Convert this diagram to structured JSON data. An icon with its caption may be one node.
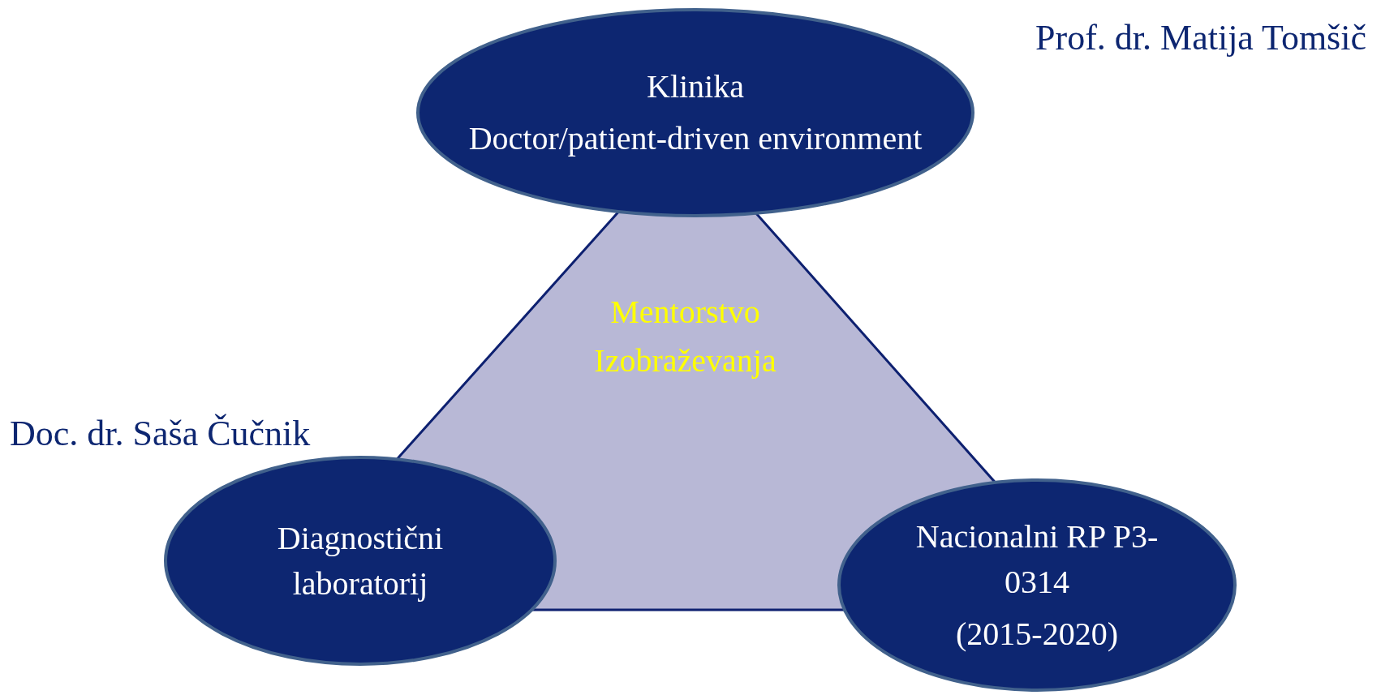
{
  "diagram": {
    "nodes": [
      {
        "text": [
          "Klinika",
          "Doctor/patient-driven environment"
        ]
      },
      {
        "text": [
          "Mentorstvo Izobraževanja"
        ]
      },
      {
        "text": [
          "Diagnostični laboratorij"
        ]
      },
      {
        "text": [
          "Nacionalni RP P3-0314",
          "(2015-2020)"
        ]
      }
    ],
    "labels": [
      "Prof. dr. Matija Tomšič",
      "Doc. dr. Saša Čučnik"
    ]
  }
}
